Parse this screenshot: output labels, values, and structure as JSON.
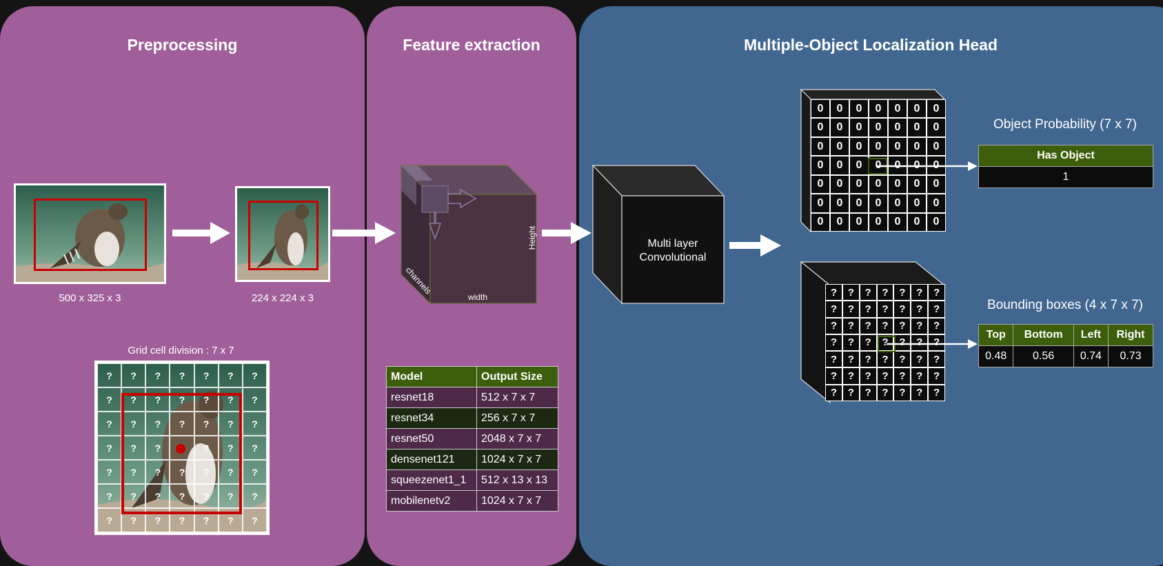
{
  "preprocessing": {
    "title": "Preprocessing",
    "original_size": "500 x 325 x 3",
    "resized_size": "224 x 224 x 3",
    "grid_title": "Grid cell division : 7 x 7",
    "grid_cell_symbol": "?"
  },
  "feature_extraction": {
    "title": "Feature extraction",
    "cube_labels": {
      "height": "Height",
      "width": "width",
      "channels": "channels"
    },
    "table": {
      "headers": [
        "Model",
        "Output Size"
      ],
      "rows": [
        [
          "resnet18",
          "512 x 7 x 7"
        ],
        [
          "resnet34",
          "256 x 7 x 7"
        ],
        [
          "resnet50",
          "2048 x 7 x 7"
        ],
        [
          "densenet121",
          "1024 x 7 x 7"
        ],
        [
          "squeezenet1_1",
          "512 x 13 x 13"
        ],
        [
          "mobilenetv2",
          "1024 x 7 x 7"
        ]
      ]
    }
  },
  "localization_head": {
    "title": "Multiple-Object Localization Head",
    "conv_label_1": "Multi layer",
    "conv_label_2": "Convolutional",
    "prob_grid_symbol": "0",
    "bbox_grid_symbol": "?",
    "object_probability": {
      "title": "Object Probability (7 x 7)",
      "header": "Has Object",
      "value": "1"
    },
    "bounding_boxes": {
      "title": "Bounding boxes (4 x 7 x 7)",
      "headers": [
        "Top",
        "Bottom",
        "Left",
        "Right"
      ],
      "values": [
        "0.48",
        "0.56",
        "0.74",
        "0.73"
      ]
    }
  },
  "colors": {
    "panel_purple": "#a05f9a",
    "panel_blue": "#416690",
    "bbox_red": "#c80000",
    "header_green": "#3d5e0a"
  }
}
